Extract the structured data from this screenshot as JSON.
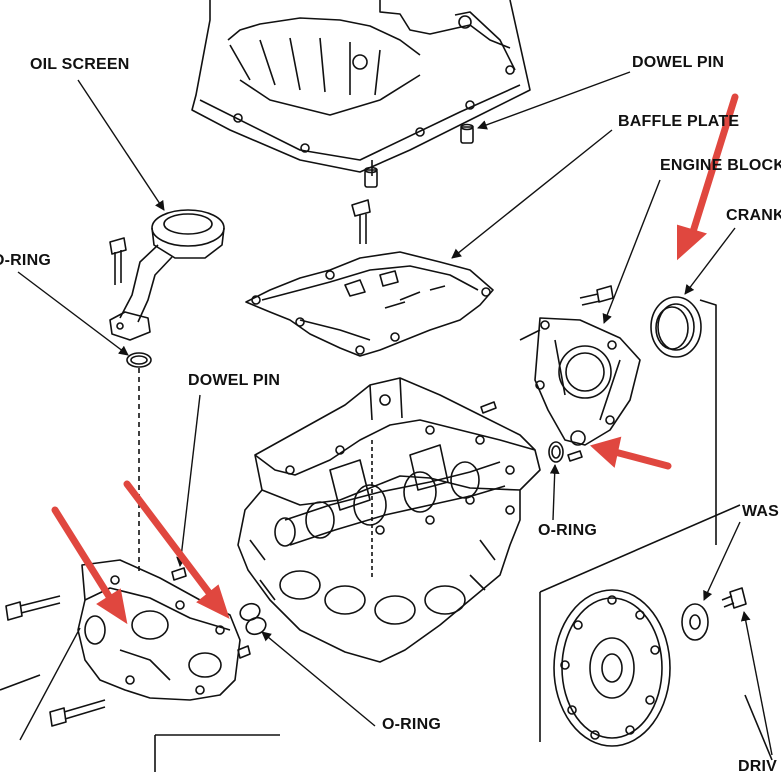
{
  "labels": {
    "oil_screen": "OIL SCREEN",
    "dowel_pin_top": "DOWEL PIN",
    "baffle_plate": "BAFFLE PLATE",
    "engine_block": "ENGINE BLOCK",
    "crank": "CRANK",
    "o_ring_left": "O-RING",
    "dowel_pin_mid": "DOWEL PIN",
    "o_ring_right": "O-RING",
    "o_ring_bottom": "O-RING",
    "washer": "WAS",
    "drive_plate": "DRIV"
  },
  "colors": {
    "line": "#111111",
    "highlight_arrow": "#e0473f",
    "background": "#ffffff"
  },
  "icons": {
    "arrow": "red-highlight-arrow"
  }
}
